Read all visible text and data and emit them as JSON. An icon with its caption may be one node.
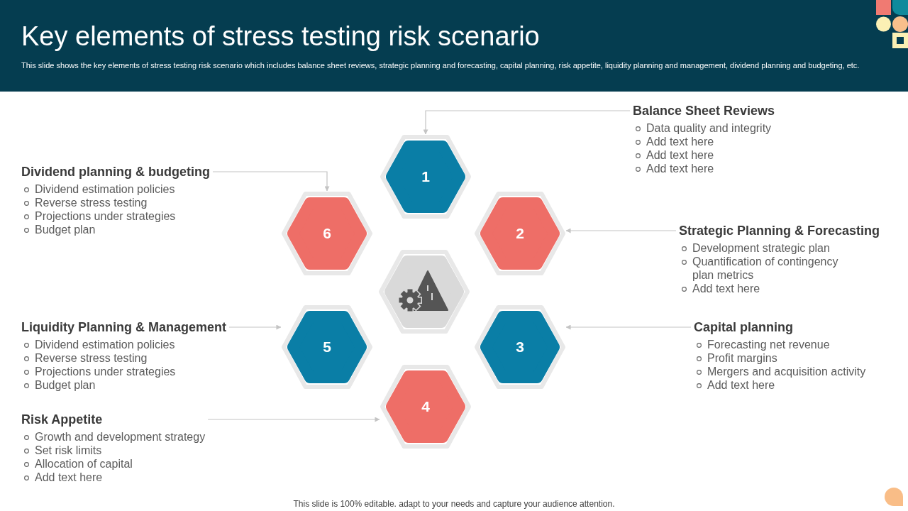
{
  "diagram": {
    "title": "Key elements of stress testing risk scenario",
    "nodes": [
      {
        "text": [
          "1"
        ]
      },
      {
        "text": [
          "2"
        ]
      },
      {
        "text": [
          "3"
        ]
      },
      {
        "text": [
          "4"
        ]
      },
      {
        "text": [
          "5"
        ]
      },
      {
        "text": [
          "6"
        ]
      },
      {
        "text": [],
        "shape": "hexagon"
      },
      {
        "text": [
          "Balance Sheet Reviews",
          "Data quality and integrity",
          "Add text here",
          "Add text here",
          "Add text here"
        ]
      },
      {
        "text": [
          "Strategic Planning & Forecasting",
          "Development strategic plan",
          "Quantification of contingency plan metrics",
          "Add text here"
        ]
      },
      {
        "text": [
          "Capital planning",
          "Forecasting net revenue",
          "Profit margins",
          "Mergers and acquisition activity",
          "Add text here"
        ]
      },
      {
        "text": [
          "Risk Appetite",
          "Growth and development strategy",
          "Set risk limits",
          "Allocation of capital",
          "Add text here"
        ]
      },
      {
        "text": [
          "Liquidity Planning & Management",
          "Dividend estimation policies",
          "Reverse stress testing",
          "Projections under strategies",
          "Budget plan"
        ]
      },
      {
        "text": [
          "Dividend planning & budgeting",
          "Dividend estimation policies",
          "Reverse stress testing",
          "Projections under strategies",
          "Budget plan"
        ]
      }
    ],
    "edges": [
      {
        "from": 7,
        "to": 0,
        "arrow": "to"
      },
      {
        "from": 8,
        "to": 1,
        "arrow": "to"
      },
      {
        "from": 9,
        "to": 2,
        "arrow": "to"
      },
      {
        "from": 10,
        "to": 3,
        "arrow": "to"
      },
      {
        "from": 11,
        "to": 4,
        "arrow": "to"
      },
      {
        "from": 12,
        "to": 5,
        "arrow": "to"
      }
    ],
    "labels": [
      "This slide shows the key elements of stress testing risk scenario which includes balance sheet reviews, strategic planning and forecasting, capital planning, risk appetite, liquidity planning and management, dividend planning and budgeting, etc.",
      "This slide is 100% editable. adapt to your needs and capture your audience attention."
    ]
  }
}
